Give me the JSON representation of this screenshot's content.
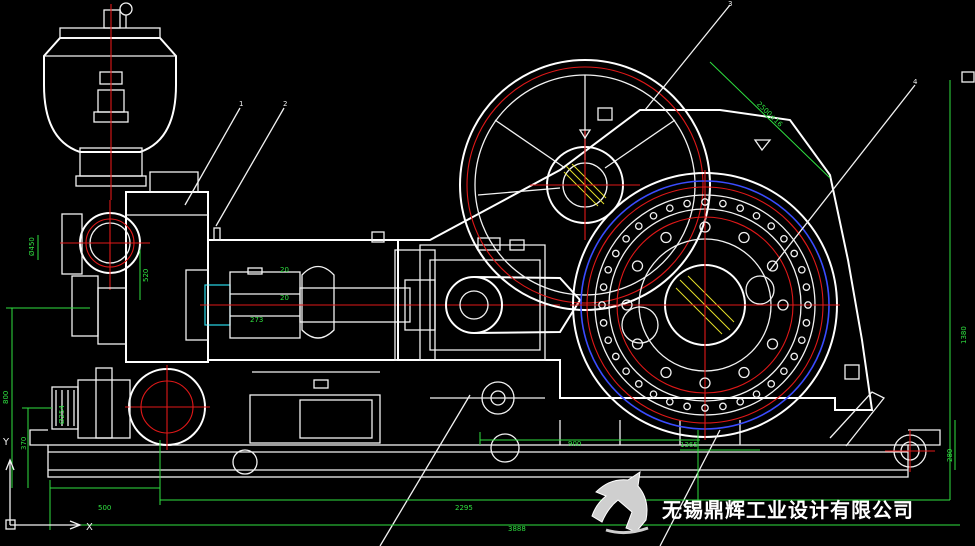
{
  "drawing": {
    "part_labels": [
      "1",
      "2",
      "3",
      "4"
    ],
    "dimensions": {
      "left_height_1": "800",
      "left_height_2": "370",
      "pipe_dia": "Ø254",
      "flange": "Ø450",
      "center_height": "520",
      "bottom_offset": "500",
      "mid_length": "2295",
      "total_length": "3888",
      "gear_offset": "900",
      "pinion_offset": "1365",
      "right_height": "1380",
      "right_small": "280",
      "belt_center": "2500±16",
      "piston_a": "20",
      "piston_b": "20",
      "piston_len": "273"
    },
    "axis_letters": {
      "y": "Y",
      "x": "X"
    }
  },
  "company": {
    "name": "无锡鼎辉工业设计有限公司",
    "logo": "horse-head-logo"
  },
  "colors": {
    "background": "#000000",
    "outline": "#f2f2f2",
    "centerline": "#e01818",
    "dimension": "#2fe040",
    "gear_ring": "#3a4cff",
    "leader": "#e6e02a"
  }
}
